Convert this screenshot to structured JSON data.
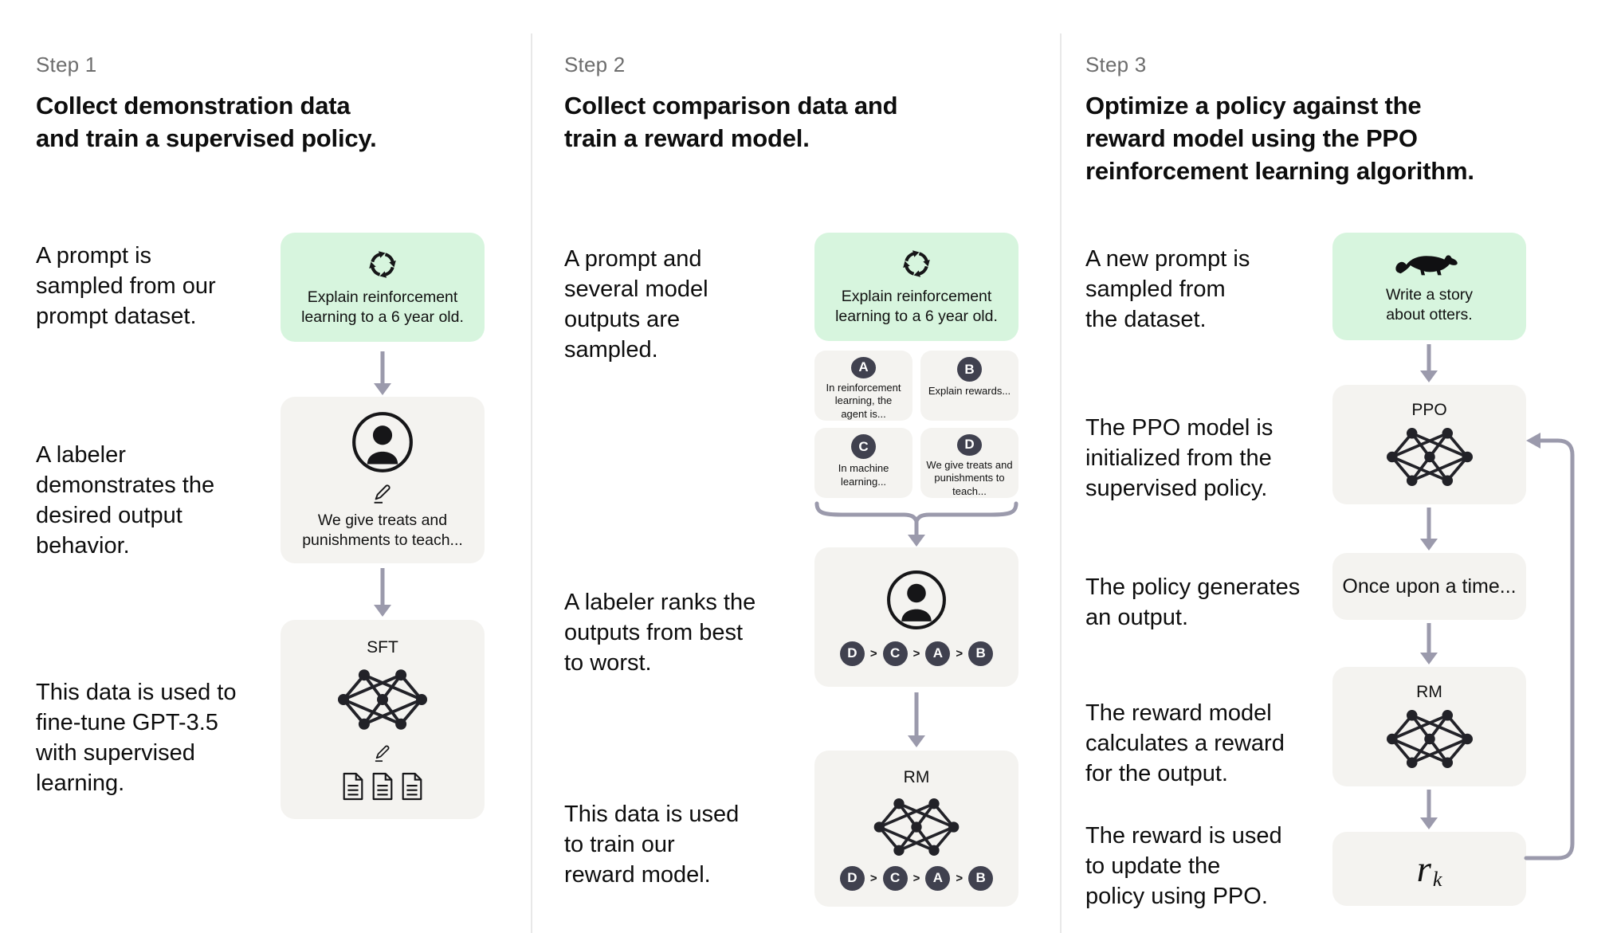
{
  "colors": {
    "green_box": "#d7f5de",
    "gray_box": "#f4f3f0",
    "arrow": "#9b9aac",
    "badge": "#40414f",
    "ink": "#161618",
    "step_label": "#6d6d6d",
    "divider": "#e8e8e8",
    "bg": "#ffffff"
  },
  "step1": {
    "label": "Step 1",
    "title_lines": [
      "Collect demonstration data",
      "and train a supervised policy."
    ],
    "captions": {
      "prompt_lines": [
        "A prompt is",
        "sampled from our",
        "prompt dataset."
      ],
      "labeler_lines": [
        "A labeler",
        "demonstrates the",
        "desired output",
        "behavior."
      ],
      "finetune_lines": [
        "This data is used to",
        "fine-tune GPT-3.5",
        "with supervised",
        "learning."
      ]
    },
    "prompt_box": {
      "icon": "cycle-icon",
      "text_lines": [
        "Explain reinforcement",
        "learning to a 6 year old."
      ]
    },
    "labeler_box": {
      "icons": [
        "person-icon",
        "pencil-icon"
      ],
      "text_lines": [
        "We give treats and",
        "punishments to teach..."
      ]
    },
    "sft_box": {
      "label": "SFT",
      "icons": [
        "network-icon",
        "pencil-icon",
        "document-icon",
        "document-icon",
        "document-icon"
      ]
    }
  },
  "step2": {
    "label": "Step 2",
    "title_lines": [
      "Collect comparison data and",
      "train a reward model."
    ],
    "captions": {
      "sampled_lines": [
        "A prompt and",
        "several model",
        "outputs are",
        "sampled."
      ],
      "ranks_lines": [
        "A labeler ranks the",
        "outputs from best",
        "to worst."
      ],
      "train_lines": [
        "This data is used",
        "to train our",
        "reward model."
      ]
    },
    "prompt_box": {
      "icon": "cycle-icon",
      "text_lines": [
        "Explain reinforcement",
        "learning to a 6 year old."
      ]
    },
    "outputs": [
      {
        "id": "A",
        "text_lines": [
          "In reinforcement",
          "learning, the",
          "agent is..."
        ]
      },
      {
        "id": "B",
        "text_lines": [
          "Explain rewards..."
        ]
      },
      {
        "id": "C",
        "text_lines": [
          "In machine",
          "learning..."
        ]
      },
      {
        "id": "D",
        "text_lines": [
          "We give treats and",
          "punishments to",
          "teach..."
        ]
      }
    ],
    "ranking": {
      "order": [
        "D",
        "C",
        "A",
        "B"
      ],
      "separator": ">"
    },
    "labeler_box": {
      "icon": "person-icon"
    },
    "rm_box": {
      "label": "RM",
      "icon": "network-icon"
    }
  },
  "step3": {
    "label": "Step 3",
    "title_lines": [
      "Optimize a policy against the",
      "reward model using the PPO",
      "reinforcement learning algorithm."
    ],
    "captions": {
      "new_prompt_lines": [
        "A new prompt is",
        "sampled from",
        "the dataset."
      ],
      "ppo_init_lines": [
        "The PPO model is",
        "initialized from the",
        "supervised policy."
      ],
      "generates_lines": [
        "The policy generates",
        "an output."
      ],
      "reward_calc_lines": [
        "The reward model",
        "calculates a reward",
        "for the output."
      ],
      "update_lines": [
        "The reward is used",
        "to update the",
        "policy using PPO."
      ]
    },
    "prompt_box": {
      "icon": "otter-icon",
      "text_lines": [
        "Write a story",
        "about otters."
      ]
    },
    "ppo_box": {
      "label": "PPO",
      "icon": "network-icon"
    },
    "output_box": {
      "text": "Once upon a time..."
    },
    "rm_box": {
      "label": "RM",
      "icon": "network-icon"
    },
    "reward_box": {
      "symbol": "r",
      "subscript": "k"
    }
  }
}
